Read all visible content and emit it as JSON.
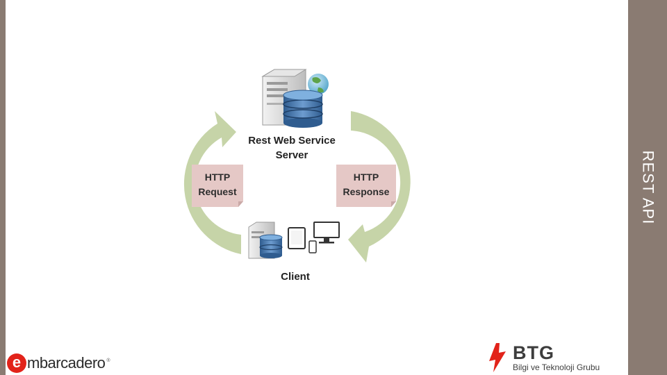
{
  "slide": {
    "side_title": "REST API"
  },
  "diagram": {
    "server_label_line1": "Rest Web Service",
    "server_label_line2": "Server",
    "client_label": "Client",
    "request_line1": "HTTP",
    "request_line2": "Request",
    "response_line1": "HTTP",
    "response_line2": "Response"
  },
  "logos": {
    "embarcadero_mark": "e",
    "embarcadero_text": "mbarcadero",
    "embarcadero_tm": "®",
    "btg_name": "BTG",
    "btg_subtitle": "Bilgi ve Teknoloji Grubu"
  },
  "colors": {
    "sidebar": "#8a7b72",
    "arrow": "#c6d4a8",
    "note": "#e5c8c6",
    "db": "#3f6fa3",
    "brand_red": "#e2231a"
  }
}
